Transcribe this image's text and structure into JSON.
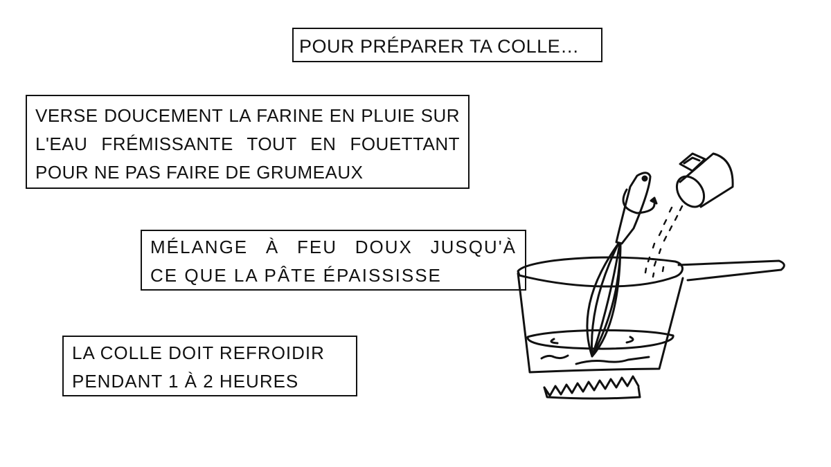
{
  "title": "POUR PRÉPARER TA COLLE…",
  "steps": [
    {
      "lines": [
        "VERSE DOUCEMENT LA FARINE EN PLUIE SUR",
        "L'EAU FRÉMISSANTE TOUT EN FOUETTANT",
        "POUR NE PAS FAIRE DE GRUMEAUX"
      ]
    },
    {
      "lines": [
        "MÉLANGE À FEU DOUX JUSQU'À",
        "CE QUE LA PÂTE ÉPAISSISSE"
      ]
    },
    {
      "lines": [
        "LA COLLE DOIT REFROIDIR",
        "PENDANT 1 À 2 HEURES"
      ]
    }
  ]
}
